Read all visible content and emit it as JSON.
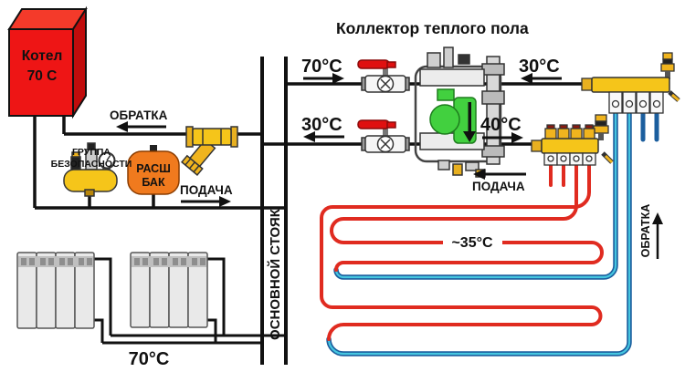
{
  "title": "Коллектор теплого пола",
  "boiler": {
    "line1": "Котел",
    "line2": "70 С"
  },
  "boiler_circuit": {
    "return_label": "ОБРАТКА",
    "safety_group_line1": "ГРУППА",
    "safety_group_line2": "БЕЗОПАСНОСТИ",
    "tank_line1": "РАСШ",
    "tank_line2": "БАК",
    "supply_label": "ПОДАЧА",
    "radiator_temp": "70°C"
  },
  "riser_label": "ОСНОВНОЙ СТОЯК",
  "floor_circuit": {
    "supply_temp": "70°C",
    "return_temp": "30°C",
    "collector_return_temp": "30°C",
    "mixed_temp": "40°C",
    "supply_label": "ПОДАЧА",
    "floor_temp": "~35°C",
    "return_label": "ОБРАТКА"
  },
  "colors": {
    "boiler_red": "#ee1515",
    "expansion_tank_orange": "#f07a1e",
    "brass_yellow": "#f5c51a",
    "valve_handle_red": "#e01010",
    "pump_green": "#42d03f",
    "pipe_black": "#111111",
    "floor_supply_red": "#e02b20",
    "floor_return_navy": "#1b5e9e",
    "floor_return_cyan": "#45c6e0",
    "radiator_gray": "#e9e9e9",
    "boiler_text_maroon": "#7a1d10",
    "tank_text_red": "#cf1010"
  }
}
